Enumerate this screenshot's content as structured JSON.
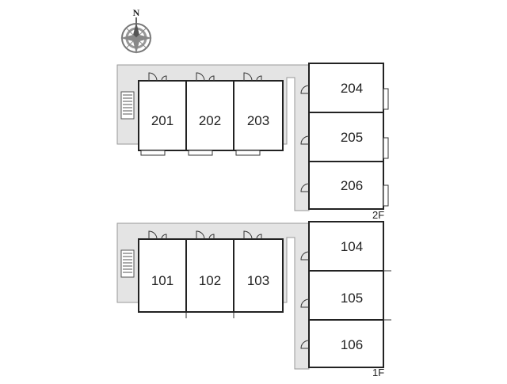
{
  "compass": {
    "north_label": "N"
  },
  "floors": [
    {
      "label": "2F",
      "units": [
        {
          "id": "201",
          "label": "201"
        },
        {
          "id": "202",
          "label": "202"
        },
        {
          "id": "203",
          "label": "203"
        },
        {
          "id": "204",
          "label": "204"
        },
        {
          "id": "205",
          "label": "205"
        },
        {
          "id": "206",
          "label": "206"
        }
      ]
    },
    {
      "label": "1F",
      "units": [
        {
          "id": "101",
          "label": "101"
        },
        {
          "id": "102",
          "label": "102"
        },
        {
          "id": "103",
          "label": "103"
        },
        {
          "id": "104",
          "label": "104"
        },
        {
          "id": "105",
          "label": "105"
        },
        {
          "id": "106",
          "label": "106"
        }
      ]
    }
  ],
  "colors": {
    "corridor": "#e4e4e4",
    "wall": "#222222",
    "unit_fill": "#ffffff"
  }
}
